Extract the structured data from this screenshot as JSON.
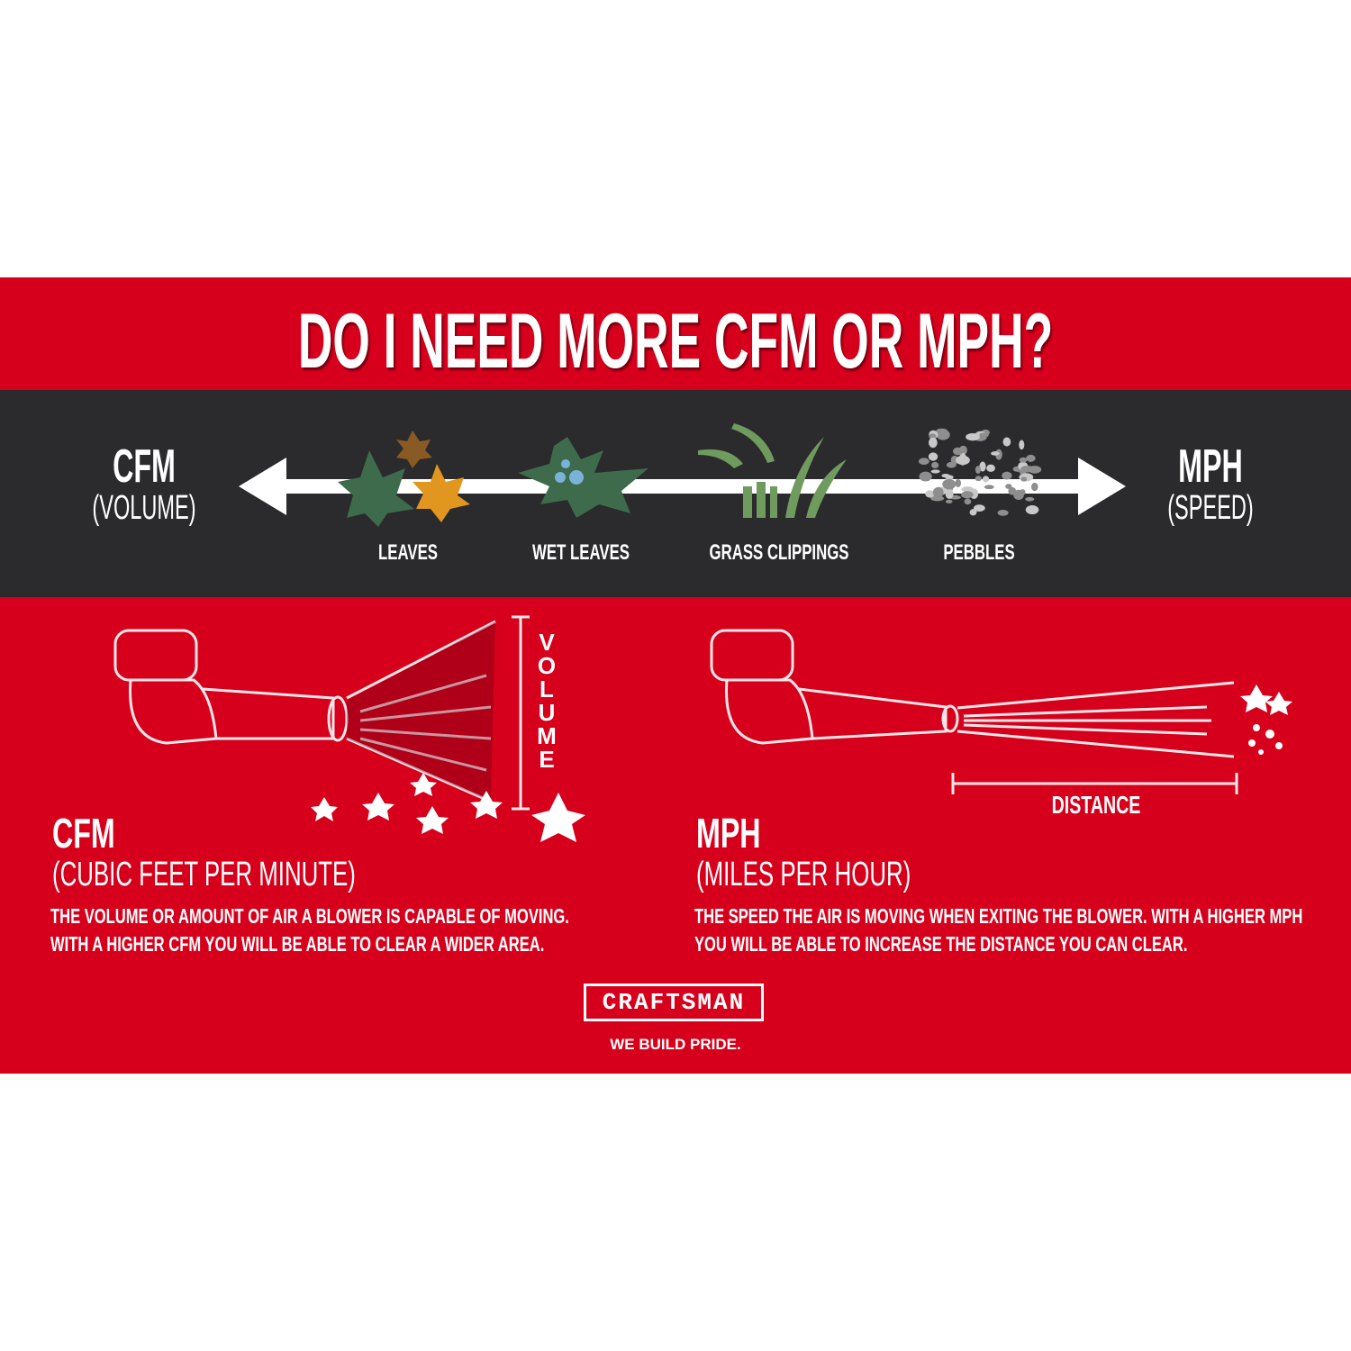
{
  "title": "DO I NEED MORE CFM OR MPH?",
  "scale": {
    "left": {
      "label": "CFM",
      "sub": "(VOLUME)"
    },
    "right": {
      "label": "MPH",
      "sub": "(SPEED)"
    },
    "items": [
      {
        "label": "LEAVES",
        "icon": "maple-leaves-icon"
      },
      {
        "label": "WET LEAVES",
        "icon": "wet-leaf-icon"
      },
      {
        "label": "GRASS CLIPPINGS",
        "icon": "grass-icon"
      },
      {
        "label": "PEBBLES",
        "icon": "pebbles-icon"
      }
    ]
  },
  "cfm": {
    "heading": "CFM",
    "subheading": "(CUBIC FEET PER MINUTE)",
    "description": "THE VOLUME OR AMOUNT OF AIR A BLOWER IS CAPABLE OF MOVING. WITH A HIGHER CFM YOU WILL BE ABLE TO CLEAR A WIDER AREA.",
    "dimension_label": "VOLUME"
  },
  "mph": {
    "heading": "MPH",
    "subheading": "(MILES PER HOUR)",
    "description": "THE SPEED THE AIR IS MOVING WHEN EXITING THE BLOWER. WITH A HIGHER MPH YOU WILL BE ABLE TO INCREASE THE DISTANCE YOU CAN CLEAR.",
    "dimension_label": "DISTANCE"
  },
  "brand": {
    "logo": "CRAFTSMAN",
    "tagline": "WE BUILD PRIDE."
  },
  "colors": {
    "red": "#d6001c",
    "dark": "#2b2a2c",
    "leaf_green": "#3e6b4c",
    "leaf_orange": "#e0961f"
  }
}
